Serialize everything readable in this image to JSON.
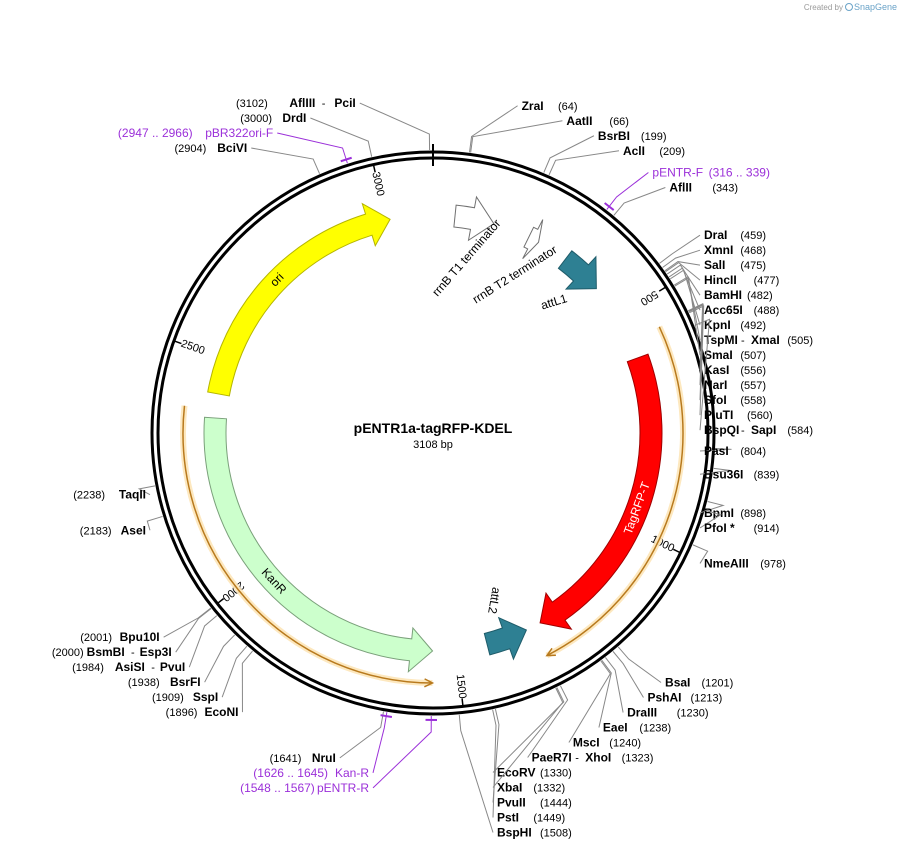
{
  "credit": {
    "prefix": "Created by",
    "brand": "SnapGene",
    "logo_icon": "snapgene-logo-icon"
  },
  "plasmid": {
    "name": "pENTR1a-tagRFP-KDEL",
    "length": 3108,
    "length_label": "3108 bp"
  },
  "ticks": [
    {
      "pos": 500,
      "label": "500"
    },
    {
      "pos": 1000,
      "label": "1000"
    },
    {
      "pos": 1500,
      "label": "1500"
    },
    {
      "pos": 2000,
      "label": "2000"
    },
    {
      "pos": 2500,
      "label": "2500"
    },
    {
      "pos": 3000,
      "label": "3000"
    }
  ],
  "features": [
    {
      "name": "ori",
      "label": "ori",
      "start": 2420,
      "end": 3010,
      "direction": "cw",
      "track": "inner",
      "color": "#ffff00",
      "stroke": "#b5b500",
      "label_color": "#000000"
    },
    {
      "name": "rrnB T1 terminator",
      "label": "rrnB T1 terminator",
      "start": 50,
      "end": 140,
      "direction": "cw",
      "track": "inner",
      "color": "#ffffff",
      "stroke": "#707070",
      "label_color": "#000000"
    },
    {
      "name": "rrnB T2 terminator",
      "label": "rrnB T2 terminator",
      "start": 225,
      "end": 250,
      "direction": "cw",
      "track": "inner",
      "color": "#ffffff",
      "stroke": "#707070",
      "label_color": "#000000"
    },
    {
      "name": "attL1",
      "label": "attL1",
      "start": 322,
      "end": 419,
      "direction": "cw",
      "track": "inner",
      "color": "#2e8093",
      "stroke": "#1f5c6a",
      "label_color": "#000000"
    },
    {
      "name": "TagRFP-T",
      "label": "TagRFP-T",
      "start": 603,
      "end": 1300,
      "direction": "cw",
      "track": "inner",
      "color": "#ff0000",
      "stroke": "#a00000",
      "label_color": "#ffffff"
    },
    {
      "name": "attL2",
      "label": "attL2",
      "start": 1335,
      "end": 1430,
      "direction": "ccw",
      "track": "inner",
      "color": "#2e8093",
      "stroke": "#1f5c6a",
      "label_color": "#000000"
    },
    {
      "name": "KanR",
      "label": "KanR",
      "start": 1555,
      "end": 2365,
      "direction": "ccw",
      "track": "inner",
      "color": "#ccffcc",
      "stroke": "#7aa07a",
      "label_color": "#000000"
    },
    {
      "name": "TagRFP-T ORF",
      "label": "",
      "start": 560,
      "end": 1320,
      "direction": "cw",
      "track": "orf",
      "color": "#b87a1e",
      "stroke": "#b87a1e",
      "label_color": "#000000"
    },
    {
      "name": "KanR ORF",
      "label": "",
      "start": 1555,
      "end": 2385,
      "direction": "ccw",
      "track": "orf",
      "color": "#b87a1e",
      "stroke": "#b87a1e",
      "label_color": "#000000"
    }
  ],
  "origin_marker": {
    "pos": 0
  },
  "sites": [
    {
      "name": "AflIII",
      "name2": "PciI",
      "pos": 3102,
      "pos_label": "(3102)",
      "color": "#000000"
    },
    {
      "name": "DrdI",
      "pos": 3000,
      "pos_label": "(3000)",
      "color": "#000000"
    },
    {
      "name": "pBR322ori-F",
      "pos": 2956,
      "pos_label": "(2947 .. 2966)",
      "color": "#9b30d9",
      "primer": true
    },
    {
      "name": "BciVI",
      "pos": 2904,
      "pos_label": "(2904)",
      "color": "#000000"
    },
    {
      "name": "ZraI",
      "pos": 64,
      "pos_label": "(64)",
      "color": "#000000"
    },
    {
      "name": "AatII",
      "pos": 66,
      "pos_label": "(66)",
      "color": "#000000"
    },
    {
      "name": "BsrBI",
      "pos": 199,
      "pos_label": "(199)",
      "color": "#000000"
    },
    {
      "name": "AclI",
      "pos": 209,
      "pos_label": "(209)",
      "color": "#000000"
    },
    {
      "name": "pENTR-F",
      "pos": 327,
      "pos_label": "(316 .. 339)",
      "color": "#9b30d9",
      "primer": true
    },
    {
      "name": "AflII",
      "pos": 343,
      "pos_label": "(343)",
      "color": "#000000"
    },
    {
      "name": "DraI",
      "pos": 459,
      "pos_label": "(459)",
      "color": "#000000"
    },
    {
      "name": "XmnI",
      "pos": 468,
      "pos_label": "(468)",
      "color": "#000000"
    },
    {
      "name": "SalI",
      "pos": 475,
      "pos_label": "(475)",
      "color": "#000000"
    },
    {
      "name": "HincII",
      "pos": 477,
      "pos_label": "(477)",
      "color": "#000000"
    },
    {
      "name": "BamHI",
      "pos": 482,
      "pos_label": "(482)",
      "color": "#000000"
    },
    {
      "name": "Acc65I",
      "pos": 488,
      "pos_label": "(488)",
      "color": "#000000"
    },
    {
      "name": "KpnI",
      "pos": 492,
      "pos_label": "(492)",
      "color": "#000000"
    },
    {
      "name": "TspMI",
      "name2": "XmaI",
      "pos": 505,
      "pos_label": "(505)",
      "color": "#000000"
    },
    {
      "name": "SmaI",
      "pos": 507,
      "pos_label": "(507)",
      "color": "#000000"
    },
    {
      "name": "KasI",
      "pos": 556,
      "pos_label": "(556)",
      "color": "#000000"
    },
    {
      "name": "NarI",
      "pos": 557,
      "pos_label": "(557)",
      "color": "#000000"
    },
    {
      "name": "SfoI",
      "pos": 558,
      "pos_label": "(558)",
      "color": "#000000"
    },
    {
      "name": "PluTI",
      "pos": 560,
      "pos_label": "(560)",
      "color": "#000000"
    },
    {
      "name": "BspQI",
      "name2": "SapI",
      "pos": 584,
      "pos_label": "(584)",
      "color": "#000000"
    },
    {
      "name": "PasI",
      "pos": 804,
      "pos_label": "(804)",
      "color": "#000000"
    },
    {
      "name": "Bsu36I",
      "pos": 839,
      "pos_label": "(839)",
      "color": "#000000"
    },
    {
      "name": "BpmI",
      "pos": 898,
      "pos_label": "(898)",
      "color": "#000000"
    },
    {
      "name": "PfoI *",
      "pos": 914,
      "pos_label": "(914)",
      "color": "#000000"
    },
    {
      "name": "NmeAIII",
      "pos": 978,
      "pos_label": "(978)",
      "color": "#000000"
    },
    {
      "name": "BsaI",
      "pos": 1201,
      "pos_label": "(1201)",
      "color": "#000000"
    },
    {
      "name": "PshAI",
      "pos": 1213,
      "pos_label": "(1213)",
      "color": "#000000"
    },
    {
      "name": "DraIII",
      "pos": 1230,
      "pos_label": "(1230)",
      "color": "#000000"
    },
    {
      "name": "EaeI",
      "pos": 1238,
      "pos_label": "(1238)",
      "color": "#000000"
    },
    {
      "name": "MscI",
      "pos": 1240,
      "pos_label": "(1240)",
      "color": "#000000"
    },
    {
      "name": "PaeR7I",
      "name2": "XhoI",
      "pos": 1323,
      "pos_label": "(1323)",
      "color": "#000000"
    },
    {
      "name": "EcoRV",
      "pos": 1330,
      "pos_label": "(1330)",
      "color": "#000000"
    },
    {
      "name": "XbaI",
      "pos": 1332,
      "pos_label": "(1332)",
      "color": "#000000"
    },
    {
      "name": "PvuII",
      "pos": 1444,
      "pos_label": "(1444)",
      "color": "#000000"
    },
    {
      "name": "PstI",
      "pos": 1449,
      "pos_label": "(1449)",
      "color": "#000000"
    },
    {
      "name": "BspHI",
      "pos": 1508,
      "pos_label": "(1508)",
      "color": "#000000"
    },
    {
      "name": "pENTR-R",
      "pos": 1557,
      "pos_label": "(1548 .. 1567)",
      "color": "#9b30d9",
      "primer": true
    },
    {
      "name": "NruI",
      "pos": 1641,
      "pos_label": "(1641)",
      "color": "#000000"
    },
    {
      "name": "Kan-R",
      "pos": 1635,
      "pos_label": "(1626 .. 1645)",
      "color": "#9b30d9",
      "primer": true
    },
    {
      "name": "EcoNI",
      "pos": 1896,
      "pos_label": "(1896)",
      "color": "#000000"
    },
    {
      "name": "SspI",
      "pos": 1909,
      "pos_label": "(1909)",
      "color": "#000000"
    },
    {
      "name": "BsrFI",
      "pos": 1938,
      "pos_label": "(1938)",
      "color": "#000000"
    },
    {
      "name": "AsiSI",
      "name2": "PvuI",
      "pos": 1984,
      "pos_label": "(1984)",
      "color": "#000000"
    },
    {
      "name": "BsmBI",
      "name2": "Esp3I",
      "pos": 2000,
      "pos_label": "(2000)",
      "color": "#000000"
    },
    {
      "name": "Bpu10I",
      "pos": 2001,
      "pos_label": "(2001)",
      "color": "#000000"
    },
    {
      "name": "AseI",
      "pos": 2183,
      "pos_label": "(2183)",
      "color": "#000000"
    },
    {
      "name": "TaqII",
      "pos": 2238,
      "pos_label": "(2238)",
      "color": "#000000"
    }
  ]
}
